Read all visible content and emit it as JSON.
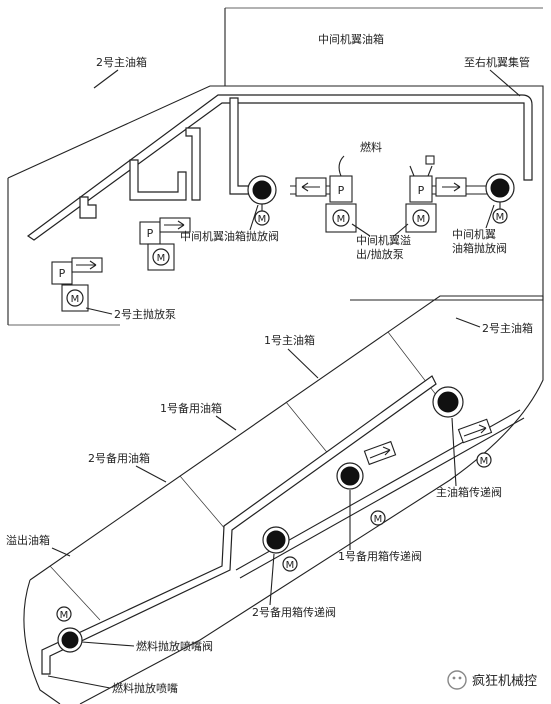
{
  "top": {
    "center_tank": "中间机翼油箱",
    "no2_main_tank": "2号主油箱",
    "to_right_wing_manifold": "至右机翼集管",
    "fuel": "燃料",
    "center_dump_valve": "中间机翼油箱抛放阀",
    "center_override_pump_1": "中间机翼溢",
    "center_override_pump_2": "出/抛放泵",
    "center_dump_valve_r1": "中间机翼",
    "center_dump_valve_r2": "油箱抛放阀",
    "no2_main_dump_pump": "2号主抛放泵"
  },
  "bottom": {
    "no2_main_tank": "2号主油箱",
    "no1_main_tank": "1号主油箱",
    "no1_reserve_tank": "1号备用油箱",
    "no2_reserve_tank": "2号备用油箱",
    "surge_tank": "溢出油箱",
    "main_transfer_valve": "主油箱传递阀",
    "no1_reserve_transfer_valve": "1号备用箱传递阀",
    "no2_reserve_transfer_valve": "2号备用箱传递阀",
    "dump_nozzle_valve": "燃料抛放喷嘴阀",
    "dump_nozzle": "燃料抛放喷嘴"
  },
  "symbols": {
    "pump": "P",
    "motor": "M"
  },
  "watermark": "疯狂机械控"
}
